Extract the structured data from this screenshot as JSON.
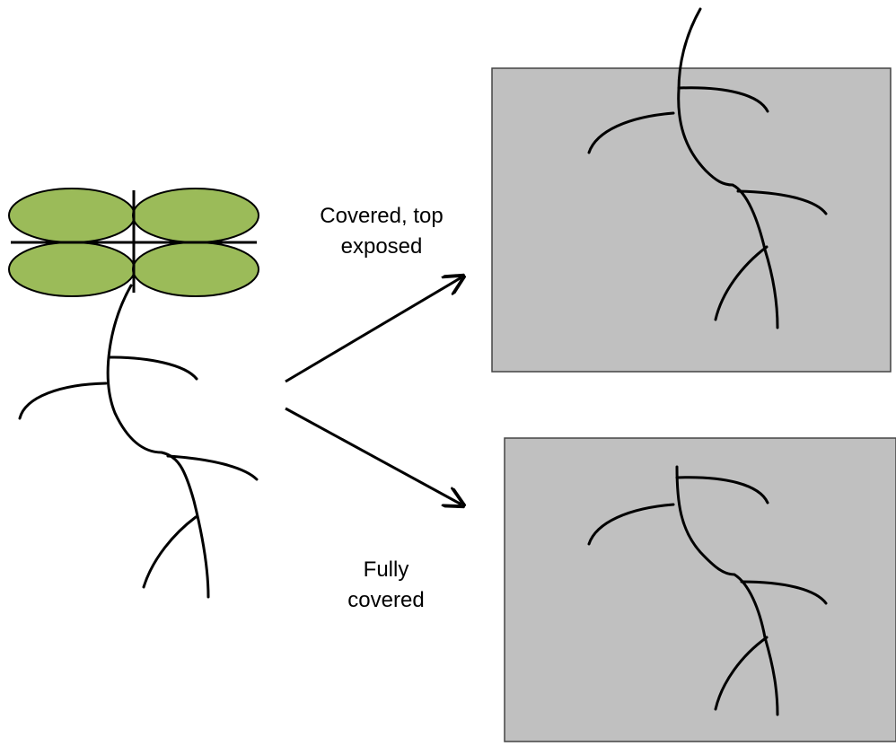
{
  "labels": {
    "top_line1": "Covered, top",
    "top_line2": "exposed",
    "bottom_line1": "Fully",
    "bottom_line2": "covered"
  },
  "colors": {
    "leaf_fill": "#9bbb59",
    "box_fill": "#c0c0c0",
    "stroke": "#000000"
  }
}
